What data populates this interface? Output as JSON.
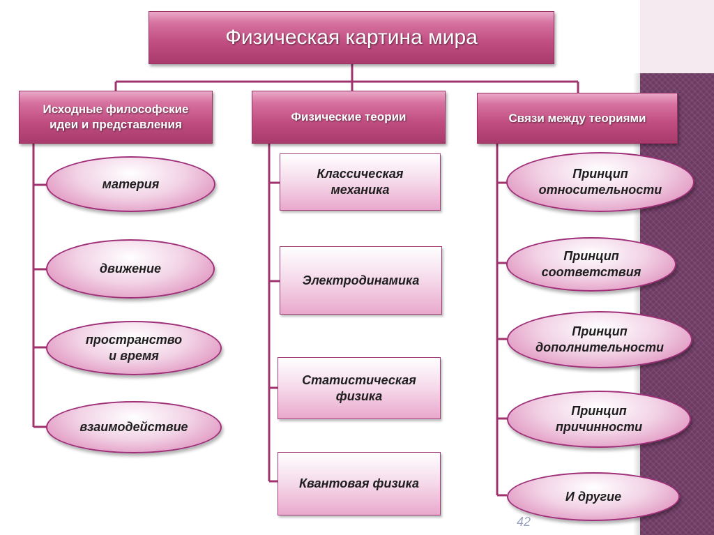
{
  "title": "Физическая картина мира",
  "categories": [
    {
      "lines": [
        "Исходные философские",
        "идеи и представления"
      ]
    },
    {
      "lines": [
        "Физические теории"
      ]
    },
    {
      "lines": [
        "Связи между теориями"
      ]
    }
  ],
  "ideas": [
    {
      "lines": [
        "материя"
      ]
    },
    {
      "lines": [
        "движение"
      ]
    },
    {
      "lines": [
        "пространство",
        "и время"
      ]
    },
    {
      "lines": [
        "взаимодействие"
      ]
    }
  ],
  "theories": [
    {
      "lines": [
        "Классическая",
        "механика"
      ]
    },
    {
      "lines": [
        "Электродинамика"
      ]
    },
    {
      "lines": [
        "Статистическая",
        "физика"
      ]
    },
    {
      "lines": [
        "Квантовая физика"
      ]
    }
  ],
  "principles": [
    {
      "lines": [
        "Принцип",
        "относительности"
      ]
    },
    {
      "lines": [
        "Принцип",
        "соответствия"
      ]
    },
    {
      "lines": [
        "Принцип",
        "дополнительности"
      ]
    },
    {
      "lines": [
        "Принцип",
        "причинности"
      ]
    },
    {
      "lines": [
        "И другие"
      ]
    }
  ],
  "page_number": "42",
  "colors": {
    "header": "#c04d80",
    "connector": "#a0336e",
    "sidebar": "#6e3a63"
  }
}
